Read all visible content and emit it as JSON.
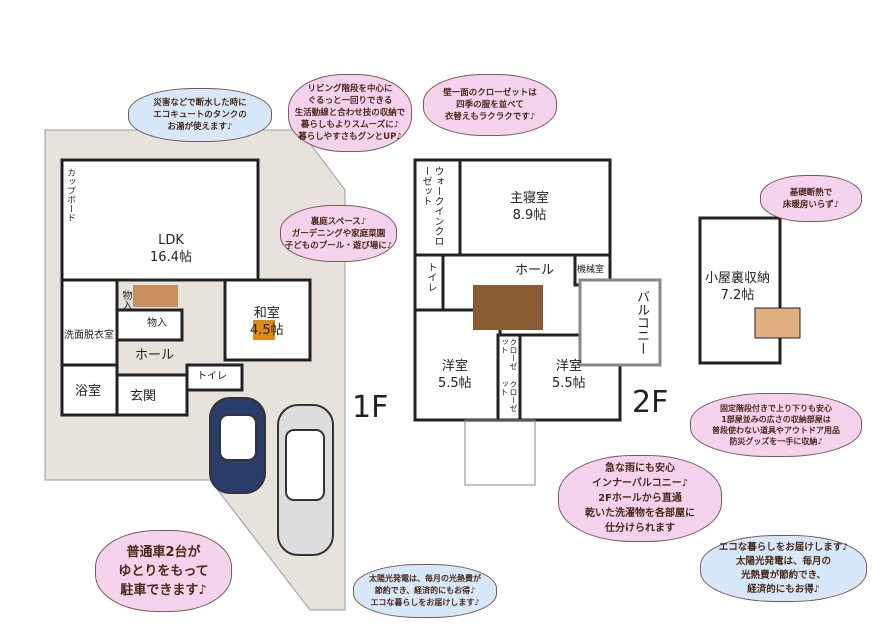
{
  "floors": {
    "f1": "1F",
    "f2": "2F"
  },
  "rooms_1f": {
    "ldk": "LDK",
    "ldk_size": "16.4帖",
    "washitsu": "和室",
    "washitsu_size": "4.5帖",
    "hall": "ホール",
    "storage1": "物入",
    "storage2": "物入",
    "washroom": "洗面脱衣室",
    "bath": "浴室",
    "entrance": "玄関",
    "toilet": "トイレ",
    "cupboard": "カップボード"
  },
  "rooms_2f": {
    "wic": "ウォークインクローゼット",
    "master": "主寝室",
    "master_size": "8.9帖",
    "toilet": "トイレ",
    "hall": "ホール",
    "machine": "機械室",
    "balcony": "バルコニー",
    "western1": "洋室",
    "western1_size": "5.5帖",
    "western2": "洋室",
    "western2_size": "5.5帖",
    "closet1": "クローゼット",
    "closet2": "クローゼット"
  },
  "attic": {
    "label": "小屋裏収納",
    "size": "7.2帖"
  },
  "callouts": [
    {
      "lines": [
        "災害などで断水した時に",
        "エコキュートのタンクの",
        "お湯が使えます♪"
      ]
    },
    {
      "lines": [
        "リビング階段を中心に",
        "ぐるっと一回りできる",
        "生活動線と合わせ技の収納で",
        "暮らしもよりスムーズに♪",
        "暮らしやすさもグンとUP♪"
      ]
    },
    {
      "lines": [
        "裏庭スペース♪",
        "ガーデニングや家庭菜園",
        "子どものプール・遊び場に♪"
      ]
    },
    {
      "lines": [
        "壁一面のクローゼットは",
        "四季の服を並べて",
        "衣替えもラクラクです♪"
      ]
    },
    {
      "lines": [
        "基礎断熱で",
        "床暖房いらず♪"
      ]
    },
    {
      "lines": [
        "固定階段付きで上り下りも安心",
        "1部屋並みの広さの収納部屋は",
        "普段使わない道具やアウトドア用品",
        "防災グッズを一手に収納♪"
      ]
    },
    {
      "lines": [
        "急な雨にも安心",
        "インナーバルコニー♪",
        "2Fホールから直通",
        "乾いた洗濯物を各部屋に",
        "仕分けられます"
      ]
    },
    {
      "lines": [
        "普通車2台が",
        "ゆとりをもって",
        "駐車できます♪"
      ]
    },
    {
      "lines": [
        "太陽光発電は、毎月の光熱費が",
        "節約でき、経済的にもお得♪",
        "エコな暮らしをお届けします♪"
      ]
    },
    {
      "lines": [
        "エコな暮らしをお届けします♪",
        "太陽光発電は、毎月の",
        "光熱費が節約でき、",
        "経済的にもお得♪"
      ]
    }
  ],
  "colors": {
    "pink_cloud": "#f5d3ec",
    "blue_cloud": "#d6e8fa",
    "lot": "#e8e2dc",
    "stairs": "#8a5a30",
    "tatami_accent": "#e08a10"
  }
}
